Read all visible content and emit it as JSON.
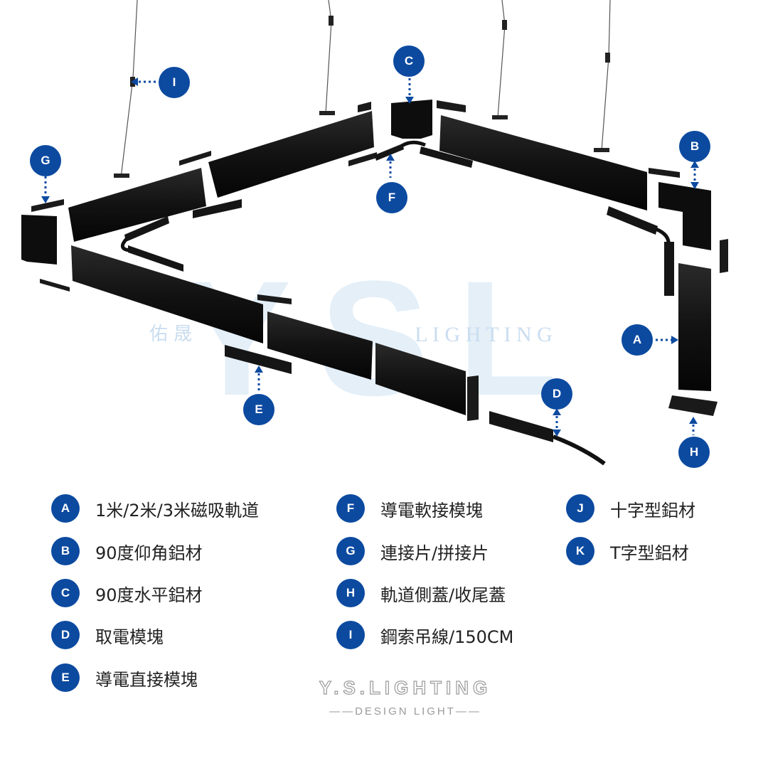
{
  "watermark": {
    "logo": "YSL",
    "cn": "佑 晟",
    "en": "L I G H T I N G",
    "color": "#9fc3e4"
  },
  "colors": {
    "badge": "#0c4aa0",
    "track": "#111111",
    "wire": "#444444",
    "legend_text": "#222222",
    "brand": "#9a9a9a"
  },
  "callouts": [
    {
      "id": "A",
      "label": "A"
    },
    {
      "id": "B",
      "label": "B"
    },
    {
      "id": "C",
      "label": "C"
    },
    {
      "id": "D",
      "label": "D"
    },
    {
      "id": "E",
      "label": "E"
    },
    {
      "id": "F",
      "label": "F"
    },
    {
      "id": "G",
      "label": "G"
    },
    {
      "id": "H",
      "label": "H"
    },
    {
      "id": "I",
      "label": "I"
    }
  ],
  "legend": {
    "column1": [
      {
        "badge": "A",
        "text": "1米/2米/3米磁吸軌道"
      },
      {
        "badge": "B",
        "text": "90度仰角鋁材"
      },
      {
        "badge": "C",
        "text": "90度水平鋁材"
      },
      {
        "badge": "D",
        "text": "取電模塊"
      },
      {
        "badge": "E",
        "text": "導電直接模塊"
      }
    ],
    "column2": [
      {
        "badge": "F",
        "text": "導電軟接模塊"
      },
      {
        "badge": "G",
        "text": "連接片/拼接片"
      },
      {
        "badge": "H",
        "text": "軌道側蓋/收尾蓋"
      },
      {
        "badge": "I",
        "text": "鋼索吊線/150CM"
      }
    ],
    "column3": [
      {
        "badge": "J",
        "text": "十字型鋁材"
      },
      {
        "badge": "K",
        "text": "T字型鋁材"
      }
    ]
  },
  "brand": {
    "name": "Y.S.LIGHTING",
    "tagline": "——DESIGN LIGHT——"
  }
}
